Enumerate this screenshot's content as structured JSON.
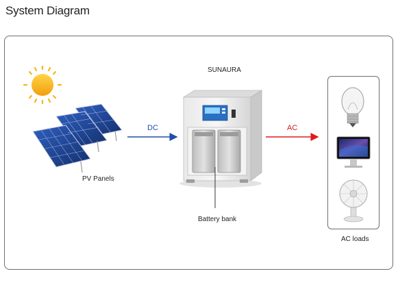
{
  "page": {
    "title": "System Diagram"
  },
  "diagram": {
    "brand": "SUNAURA",
    "pv_label": "PV Panels",
    "dc_label": "DC",
    "ac_label": "AC",
    "battery_label": "Battery bank",
    "loads_label": "AC loads",
    "colors": {
      "dc_arrow": "#1f4fa8",
      "ac_arrow": "#e01b1b",
      "frame": "#6e6e6e",
      "sun": "#f5b51a",
      "panel": "#1e3f8a"
    },
    "icons": [
      "sun-icon",
      "solar-panel-icon",
      "inverter-unit-icon",
      "light-bulb-icon",
      "monitor-icon",
      "fan-icon"
    ]
  }
}
